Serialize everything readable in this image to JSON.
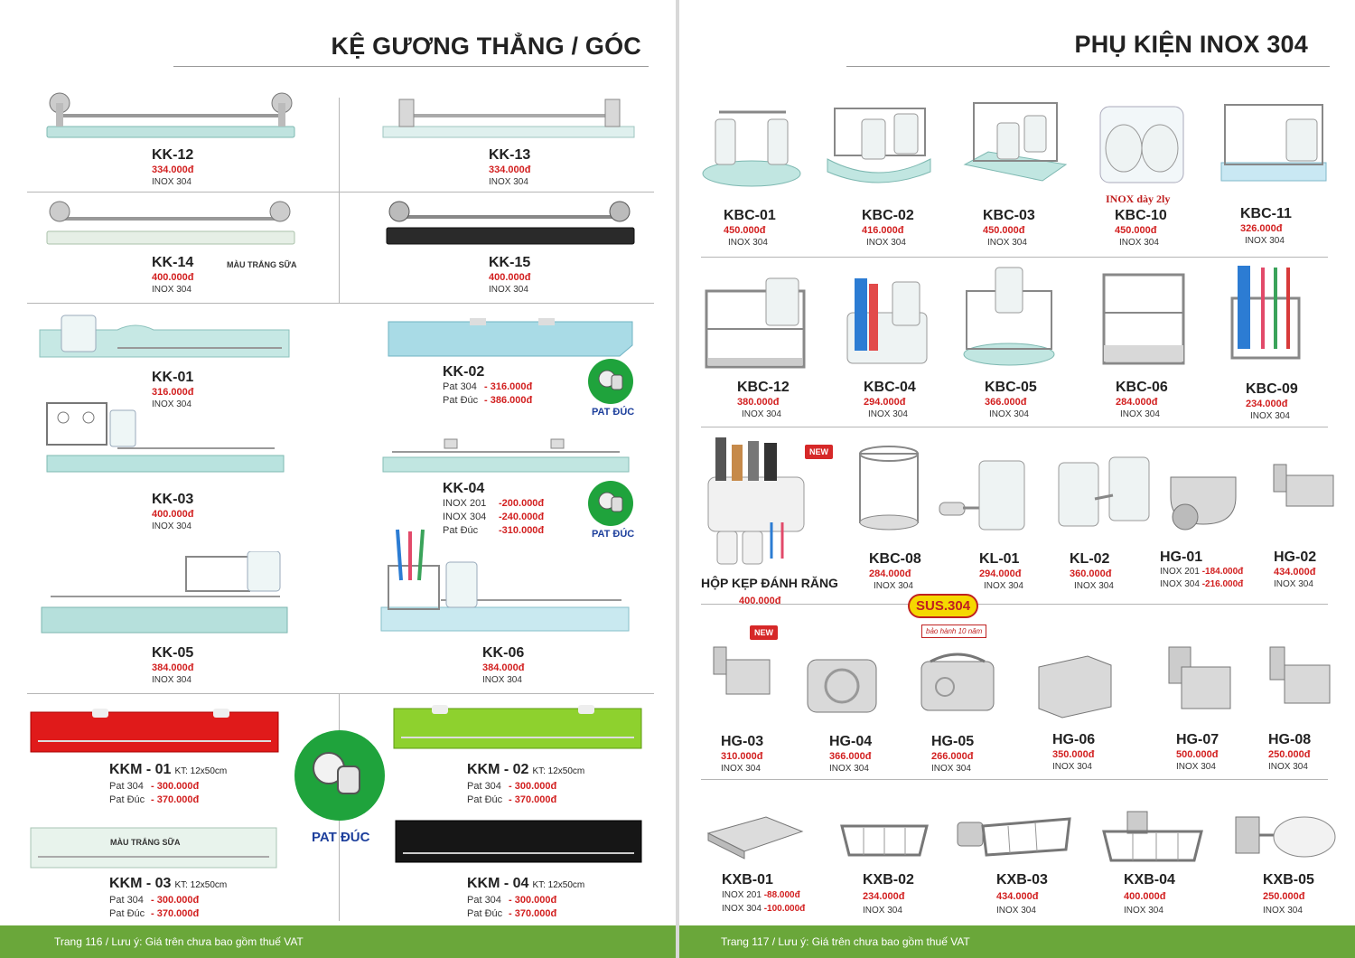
{
  "left": {
    "title": "KỆ GƯƠNG THẲNG / GÓC",
    "footer": "Trang 116 / Lưu ý: Giá trên chưa bao gồm thuế VAT",
    "products": [
      {
        "code": "KK-12",
        "price": "334.000đ",
        "material": "INOX 304"
      },
      {
        "code": "KK-13",
        "price": "334.000đ",
        "material": "INOX 304"
      },
      {
        "code": "KK-14",
        "price": "400.000đ",
        "material": "INOX 304",
        "note": "MÀU TRẮNG SỮA"
      },
      {
        "code": "KK-15",
        "price": "400.000đ",
        "material": "INOX 304"
      },
      {
        "code": "KK-01",
        "price": "316.000đ",
        "material": "INOX 304"
      },
      {
        "code": "KK-02",
        "rows": [
          {
            "label": "Pat 304",
            "value": "- 316.000đ"
          },
          {
            "label": "Pat Đúc",
            "value": "- 386.000đ"
          }
        ]
      },
      {
        "code": "KK-03",
        "price": "400.000đ",
        "material": "INOX 304"
      },
      {
        "code": "KK-04",
        "rows": [
          {
            "label": "INOX 201",
            "value": "-200.000đ"
          },
          {
            "label": "INOX 304",
            "value": "-240.000đ"
          },
          {
            "label": "Pat Đúc",
            "value": "-310.000đ"
          }
        ]
      },
      {
        "code": "KK-05",
        "price": "384.000đ",
        "material": "INOX 304"
      },
      {
        "code": "KK-06",
        "price": "384.000đ",
        "material": "INOX 304"
      },
      {
        "code": "KKM - 01",
        "size": "KT: 12x50cm",
        "rows": [
          {
            "label": "Pat 304",
            "value": "- 300.000đ"
          },
          {
            "label": "Pat Đúc",
            "value": "- 370.000đ"
          }
        ]
      },
      {
        "code": "KKM - 02",
        "size": "KT: 12x50cm",
        "rows": [
          {
            "label": "Pat 304",
            "value": "- 300.000đ"
          },
          {
            "label": "Pat Đúc",
            "value": "- 370.000đ"
          }
        ]
      },
      {
        "code": "KKM - 03",
        "size": "KT: 12x50cm",
        "rows": [
          {
            "label": "Pat 304",
            "value": "- 300.000đ"
          },
          {
            "label": "Pat Đúc",
            "value": "- 370.000đ"
          }
        ],
        "note": "MÀU TRẮNG SỮA"
      },
      {
        "code": "KKM - 04",
        "size": "KT: 12x50cm",
        "rows": [
          {
            "label": "Pat 304",
            "value": "- 300.000đ"
          },
          {
            "label": "Pat Đúc",
            "value": "- 370.000đ"
          }
        ]
      }
    ],
    "pat_duc_label": "PAT ĐÚC"
  },
  "right": {
    "title": "PHỤ KIỆN INOX 304",
    "footer": "Trang 117 / Lưu ý: Giá trên chưa bao gồm thuế VAT",
    "inox_note": "INOX dày 2ly",
    "new_label": "NEW",
    "sus_label": "SUS.304",
    "warranty_label": "bảo hành 10 năm",
    "products": [
      {
        "code": "KBC-01",
        "price": "450.000đ",
        "material": "INOX 304"
      },
      {
        "code": "KBC-02",
        "price": "416.000đ",
        "material": "INOX 304"
      },
      {
        "code": "KBC-03",
        "price": "450.000đ",
        "material": "INOX 304"
      },
      {
        "code": "KBC-10",
        "price": "450.000đ",
        "material": "INOX 304"
      },
      {
        "code": "KBC-11",
        "price": "326.000đ",
        "material": "INOX 304"
      },
      {
        "code": "KBC-12",
        "price": "380.000đ",
        "material": "INOX 304"
      },
      {
        "code": "KBC-04",
        "price": "294.000đ",
        "material": "INOX 304"
      },
      {
        "code": "KBC-05",
        "price": "366.000đ",
        "material": "INOX 304"
      },
      {
        "code": "KBC-06",
        "price": "284.000đ",
        "material": "INOX 304"
      },
      {
        "code": "KBC-09",
        "price": "234.000đ",
        "material": "INOX 304"
      },
      {
        "code": "HỘP KẸP ĐÁNH RĂNG",
        "price": "400.000đ"
      },
      {
        "code": "KBC-08",
        "price": "284.000đ",
        "material": "INOX 304"
      },
      {
        "code": "KL-01",
        "price": "294.000đ",
        "material": "INOX 304"
      },
      {
        "code": "KL-02",
        "price": "360.000đ",
        "material": "INOX 304"
      },
      {
        "code": "HG-01",
        "rows": [
          {
            "label": "INOX 201",
            "value": "-184.000đ"
          },
          {
            "label": "INOX 304",
            "value": "-216.000đ"
          }
        ]
      },
      {
        "code": "HG-02",
        "price": "434.000đ",
        "material": "INOX 304"
      },
      {
        "code": "HG-03",
        "price": "310.000đ",
        "material": "INOX 304"
      },
      {
        "code": "HG-04",
        "price": "366.000đ",
        "material": "INOX 304"
      },
      {
        "code": "HG-05",
        "price": "266.000đ",
        "material": "INOX 304"
      },
      {
        "code": "HG-06",
        "price": "350.000đ",
        "material": "INOX 304"
      },
      {
        "code": "HG-07",
        "price": "500.000đ",
        "material": "INOX 304"
      },
      {
        "code": "HG-08",
        "price": "250.000đ",
        "material": "INOX 304"
      },
      {
        "code": "KXB-01",
        "rows": [
          {
            "label": "INOX 201",
            "value": "-88.000đ"
          },
          {
            "label": "INOX 304",
            "value": "-100.000đ"
          }
        ]
      },
      {
        "code": "KXB-02",
        "price": "234.000đ",
        "material": "INOX 304"
      },
      {
        "code": "KXB-03",
        "price": "434.000đ",
        "material": "INOX 304"
      },
      {
        "code": "KXB-04",
        "price": "400.000đ",
        "material": "INOX 304"
      },
      {
        "code": "KXB-05",
        "price": "250.000đ",
        "material": "INOX 304"
      }
    ]
  }
}
